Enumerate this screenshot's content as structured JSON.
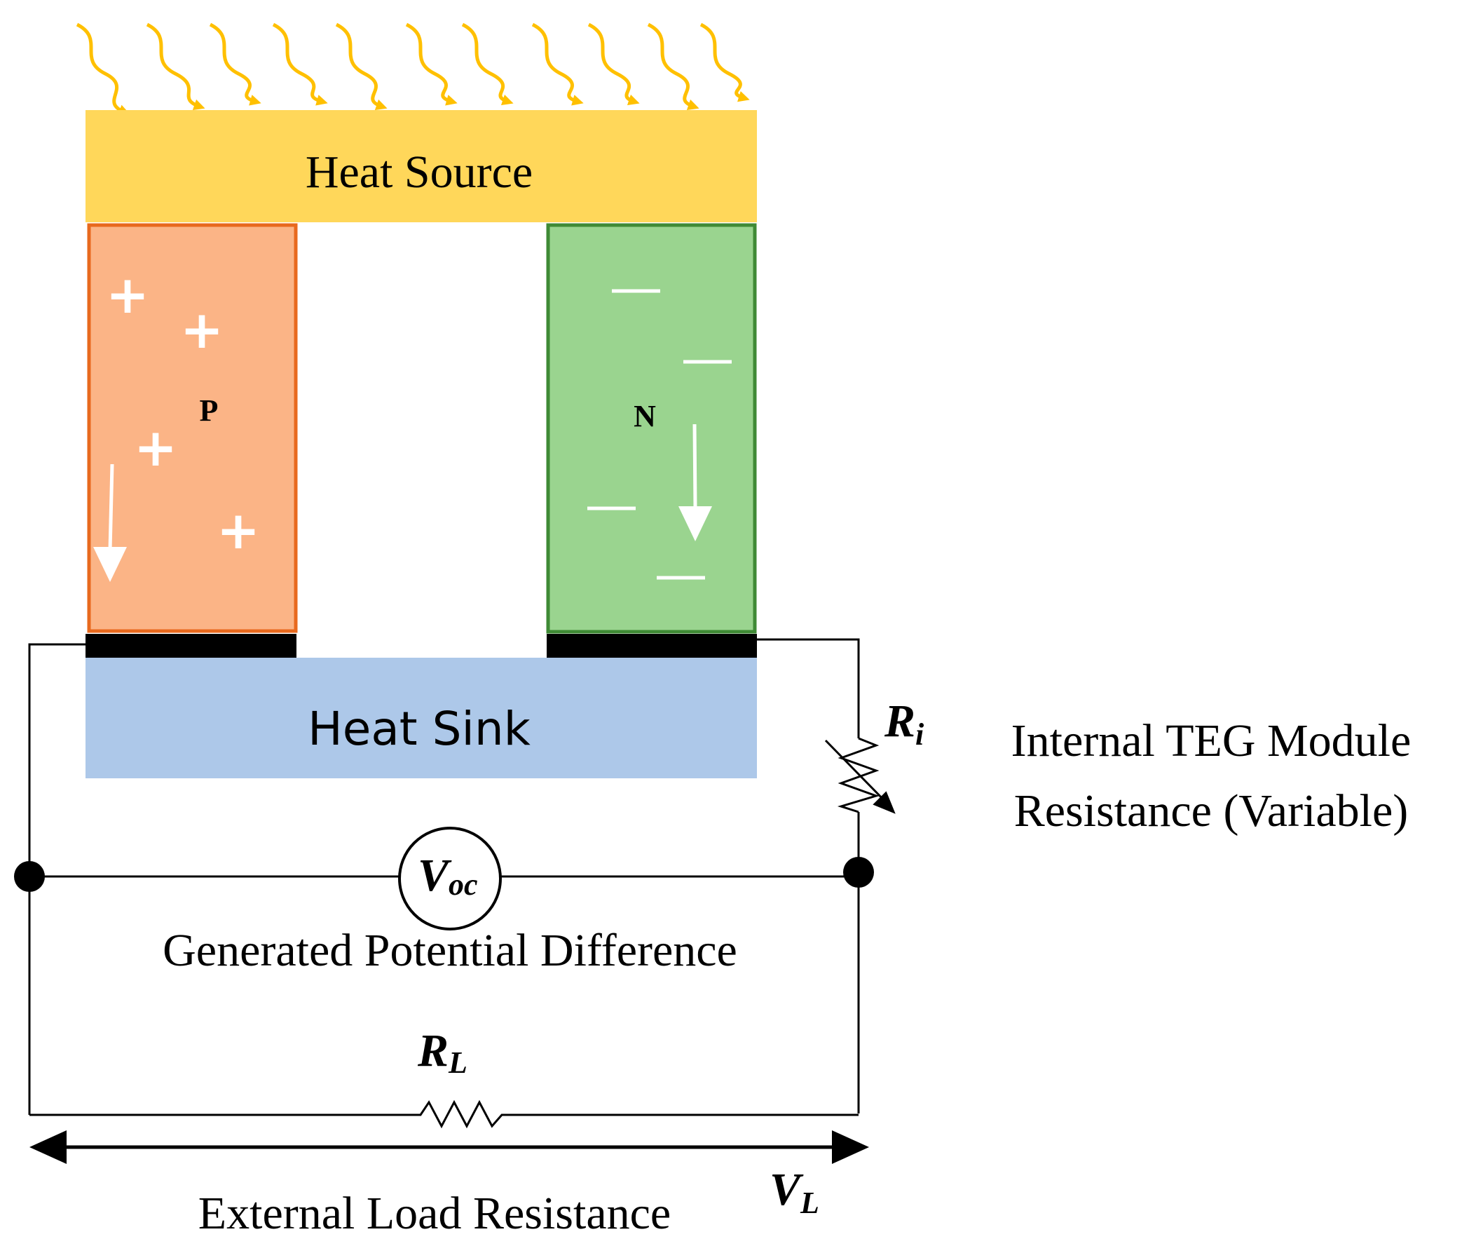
{
  "labels": {
    "heat_source": "Heat Source",
    "heat_sink": "Heat Sink",
    "p_leg": "P",
    "n_leg": "N",
    "ri_main": "R",
    "ri_sub": "i",
    "ri_desc_line1": "Internal TEG Module",
    "ri_desc_line2": "Resistance (Variable)",
    "voc_main": "V",
    "voc_sub": "oc",
    "voc_desc": "Generated Potential Difference",
    "rl_main": "R",
    "rl_sub": "L",
    "vl_main": "V",
    "vl_sub": "L",
    "rl_desc": "External Load Resistance",
    "p_signs": [
      "+",
      "+",
      "+",
      "+"
    ],
    "n_signs": [
      "−",
      "−",
      "−",
      "−"
    ]
  },
  "colors": {
    "heat_source": "#ffd75a",
    "heat_sink": "#adc8e9",
    "p_fill": "#fbb486",
    "p_border": "#e8691d",
    "n_fill": "#9ad48f",
    "n_border": "#3f8a35",
    "heat_arrow": "#ffc000",
    "wire": "#000000",
    "contact": "#000000"
  }
}
